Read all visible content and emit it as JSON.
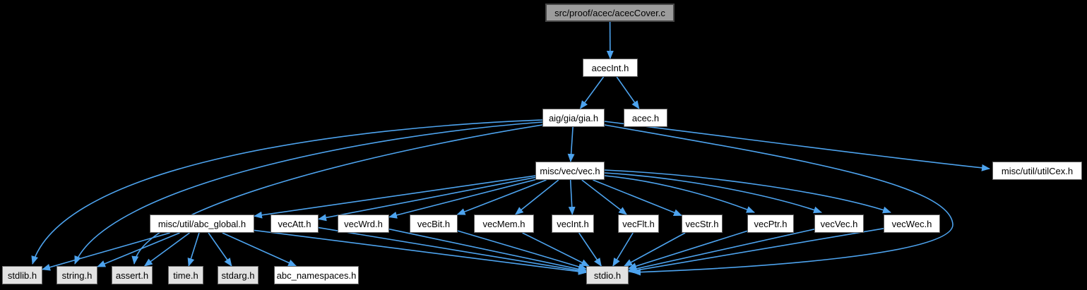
{
  "graph": {
    "nodes": [
      {
        "id": "acecCover",
        "label": "src/proof/acec/acecCover.c",
        "type": "source"
      },
      {
        "id": "acecInt",
        "label": "acecInt.h",
        "type": "header"
      },
      {
        "id": "gia",
        "label": "aig/gia/gia.h",
        "type": "header"
      },
      {
        "id": "acec",
        "label": "acec.h",
        "type": "header"
      },
      {
        "id": "vec",
        "label": "misc/vec/vec.h",
        "type": "header"
      },
      {
        "id": "utilCex",
        "label": "misc/util/utilCex.h",
        "type": "header"
      },
      {
        "id": "abc_global",
        "label": "misc/util/abc_global.h",
        "type": "header"
      },
      {
        "id": "vecAtt",
        "label": "vecAtt.h",
        "type": "header"
      },
      {
        "id": "vecWrd",
        "label": "vecWrd.h",
        "type": "header"
      },
      {
        "id": "vecBit",
        "label": "vecBit.h",
        "type": "header"
      },
      {
        "id": "vecMem",
        "label": "vecMem.h",
        "type": "header"
      },
      {
        "id": "vecInt",
        "label": "vecInt.h",
        "type": "header"
      },
      {
        "id": "vecFlt",
        "label": "vecFlt.h",
        "type": "header"
      },
      {
        "id": "vecStr",
        "label": "vecStr.h",
        "type": "header"
      },
      {
        "id": "vecPtr",
        "label": "vecPtr.h",
        "type": "header"
      },
      {
        "id": "vecVec",
        "label": "vecVec.h",
        "type": "header"
      },
      {
        "id": "vecWec",
        "label": "vecWec.h",
        "type": "header"
      },
      {
        "id": "stdlib",
        "label": "stdlib.h",
        "type": "system"
      },
      {
        "id": "string",
        "label": "string.h",
        "type": "system"
      },
      {
        "id": "assert",
        "label": "assert.h",
        "type": "system"
      },
      {
        "id": "time",
        "label": "time.h",
        "type": "system"
      },
      {
        "id": "stdarg",
        "label": "stdarg.h",
        "type": "system"
      },
      {
        "id": "abc_namespaces",
        "label": "abc_namespaces.h",
        "type": "header"
      },
      {
        "id": "stdio",
        "label": "stdio.h",
        "type": "system"
      }
    ],
    "edges": [
      {
        "from": "acecCover",
        "to": "acecInt"
      },
      {
        "from": "acecInt",
        "to": "gia"
      },
      {
        "from": "acecInt",
        "to": "acec"
      },
      {
        "from": "gia",
        "to": "vec"
      },
      {
        "from": "gia",
        "to": "utilCex"
      },
      {
        "from": "gia",
        "to": "stdio"
      },
      {
        "from": "gia",
        "to": "stdlib"
      },
      {
        "from": "gia",
        "to": "string"
      },
      {
        "from": "gia",
        "to": "assert"
      },
      {
        "from": "vec",
        "to": "abc_global"
      },
      {
        "from": "vec",
        "to": "vecAtt"
      },
      {
        "from": "vec",
        "to": "vecWrd"
      },
      {
        "from": "vec",
        "to": "vecBit"
      },
      {
        "from": "vec",
        "to": "vecMem"
      },
      {
        "from": "vec",
        "to": "vecInt"
      },
      {
        "from": "vec",
        "to": "vecFlt"
      },
      {
        "from": "vec",
        "to": "vecStr"
      },
      {
        "from": "vec",
        "to": "vecPtr"
      },
      {
        "from": "vec",
        "to": "vecVec"
      },
      {
        "from": "vec",
        "to": "vecWec"
      },
      {
        "from": "abc_global",
        "to": "stdlib"
      },
      {
        "from": "abc_global",
        "to": "string"
      },
      {
        "from": "abc_global",
        "to": "assert"
      },
      {
        "from": "abc_global",
        "to": "time"
      },
      {
        "from": "abc_global",
        "to": "stdarg"
      },
      {
        "from": "abc_global",
        "to": "abc_namespaces"
      },
      {
        "from": "abc_global",
        "to": "stdio"
      },
      {
        "from": "vecAtt",
        "to": "stdio"
      },
      {
        "from": "vecWrd",
        "to": "stdio"
      },
      {
        "from": "vecBit",
        "to": "stdio"
      },
      {
        "from": "vecMem",
        "to": "stdio"
      },
      {
        "from": "vecInt",
        "to": "stdio"
      },
      {
        "from": "vecFlt",
        "to": "stdio"
      },
      {
        "from": "vecStr",
        "to": "stdio"
      },
      {
        "from": "vecPtr",
        "to": "stdio"
      },
      {
        "from": "vecVec",
        "to": "stdio"
      },
      {
        "from": "vecWec",
        "to": "stdio"
      }
    ]
  },
  "colors": {
    "background": "#000000",
    "edge": "#4da3ee",
    "node_fill": "#ffffff",
    "node_border": "#5f5f5f",
    "system_fill": "#e2e2e2",
    "source_fill": "#9c9c9c",
    "text": "#000000"
  }
}
